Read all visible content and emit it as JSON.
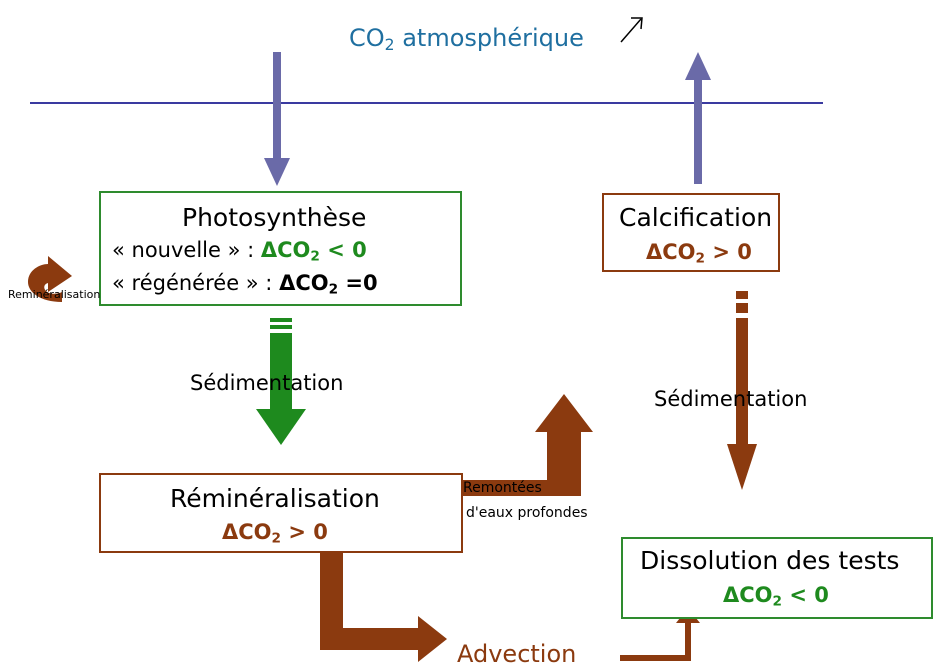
{
  "atmosphere": {
    "label_prefix": "CO",
    "label_sub": "2",
    "label_suffix": " atmosphérique",
    "trend_icon": "arrow-up-right-icon"
  },
  "photosynthesis": {
    "title": "Photosynthèse",
    "line1_text": "« nouvelle » : ",
    "line1_eq": "ΔCO",
    "line1_sub": "2",
    "line1_rel": " < 0",
    "line2_text": "« régénérée » :  ",
    "line2_eq": "ΔCO",
    "line2_sub": "2",
    "line2_rel": " =0"
  },
  "calcification": {
    "title": "Calcification",
    "eq": "ΔCO",
    "sub": "2",
    "rel": " > 0"
  },
  "remineralisation": {
    "title": "Réminéralisation",
    "eq": "ΔCO",
    "sub": "2",
    "rel": " > 0"
  },
  "dissolution": {
    "title": "Dissolution des tests",
    "eq": "ΔCO",
    "sub": "2",
    "rel": " < 0"
  },
  "labels": {
    "sedimentation_left": "Sédimentation",
    "sedimentation_right": "Sédimentation",
    "upwelling_line1": "Remontées",
    "upwelling_line2": "d'eaux profondes",
    "advection": "Advection",
    "remineralisation_loop": "Reminéralisation"
  },
  "colors": {
    "blue_arrow": "#6a6aa8",
    "surface_line": "#3a3aa0",
    "green": "#1e8a1e",
    "brown": "#8b3a0f",
    "label_blue": "#1f6fa0"
  }
}
